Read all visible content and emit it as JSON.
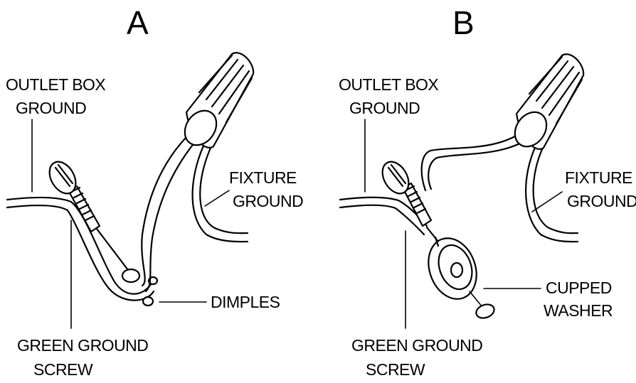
{
  "panel_a": {
    "letter": "A",
    "outlet_box_ground": [
      "OUTLET BOX",
      "GROUND"
    ],
    "fixture_ground": [
      "FIXTURE",
      "GROUND"
    ],
    "dimples": "DIMPLES",
    "green_ground_screw": [
      "GREEN GROUND",
      "SCREW"
    ]
  },
  "panel_b": {
    "letter": "B",
    "outlet_box_ground": [
      "OUTLET BOX",
      "GROUND"
    ],
    "fixture_ground": [
      "FIXTURE",
      "GROUND"
    ],
    "cupped_washer": [
      "CUPPED",
      "WASHER"
    ],
    "green_ground_screw": [
      "GREEN GROUND",
      "SCREW"
    ]
  }
}
